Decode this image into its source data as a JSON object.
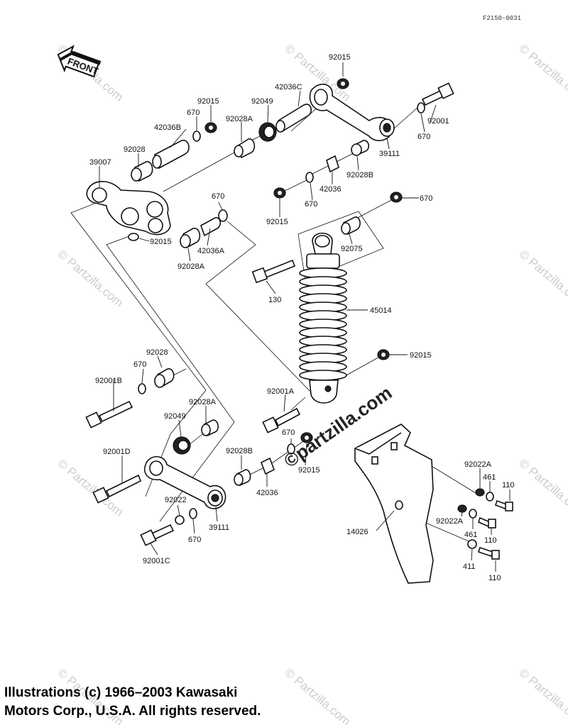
{
  "figure_code": "F2150-0031",
  "front_label": "FRONT",
  "watermark_text": "© Partzilla.com",
  "center_watermark": "©partzilla.com",
  "parts": [
    {
      "id": "p1",
      "label": "92015"
    },
    {
      "id": "p2",
      "label": "42036C"
    },
    {
      "id": "p3",
      "label": "92049"
    },
    {
      "id": "p4",
      "label": "92015"
    },
    {
      "id": "p5",
      "label": "670"
    },
    {
      "id": "p6",
      "label": "92028A"
    },
    {
      "id": "p7",
      "label": "42036B"
    },
    {
      "id": "p8",
      "label": "92028"
    },
    {
      "id": "p9",
      "label": "39007"
    },
    {
      "id": "p10",
      "label": "92001"
    },
    {
      "id": "p11",
      "label": "670"
    },
    {
      "id": "p12",
      "label": "39111"
    },
    {
      "id": "p13",
      "label": "92028B"
    },
    {
      "id": "p14",
      "label": "42036"
    },
    {
      "id": "p15",
      "label": "670"
    },
    {
      "id": "p16",
      "label": "92015"
    },
    {
      "id": "p17",
      "label": "670"
    },
    {
      "id": "p18",
      "label": "92015"
    },
    {
      "id": "p19",
      "label": "670"
    },
    {
      "id": "p20",
      "label": "42036A"
    },
    {
      "id": "p21",
      "label": "92028A"
    },
    {
      "id": "p22",
      "label": "92075"
    },
    {
      "id": "p23",
      "label": "130"
    },
    {
      "id": "p24",
      "label": "45014"
    },
    {
      "id": "p25",
      "label": "92015"
    },
    {
      "id": "p26",
      "label": "92028"
    },
    {
      "id": "p27",
      "label": "670"
    },
    {
      "id": "p28",
      "label": "92001B"
    },
    {
      "id": "p29",
      "label": "92001A"
    },
    {
      "id": "p30",
      "label": "92028A"
    },
    {
      "id": "p31",
      "label": "92049"
    },
    {
      "id": "p32",
      "label": "670"
    },
    {
      "id": "p33",
      "label": "92001D"
    },
    {
      "id": "p34",
      "label": "92028B"
    },
    {
      "id": "p35",
      "label": "92015"
    },
    {
      "id": "p36",
      "label": "42036"
    },
    {
      "id": "p37",
      "label": "92022"
    },
    {
      "id": "p38",
      "label": "39111"
    },
    {
      "id": "p39",
      "label": "670"
    },
    {
      "id": "p40",
      "label": "92001C"
    },
    {
      "id": "p41",
      "label": "92022A"
    },
    {
      "id": "p42",
      "label": "461"
    },
    {
      "id": "p43",
      "label": "110"
    },
    {
      "id": "p44",
      "label": "92022A"
    },
    {
      "id": "p45",
      "label": "461"
    },
    {
      "id": "p46",
      "label": "110"
    },
    {
      "id": "p47",
      "label": "14026"
    },
    {
      "id": "p48",
      "label": "411"
    },
    {
      "id": "p49",
      "label": "110"
    }
  ],
  "footer": {
    "line1": "Illustrations (c) 1966–2003 Kawasaki",
    "line2": "Motors Corp., U.S.A.  All rights reserved."
  }
}
